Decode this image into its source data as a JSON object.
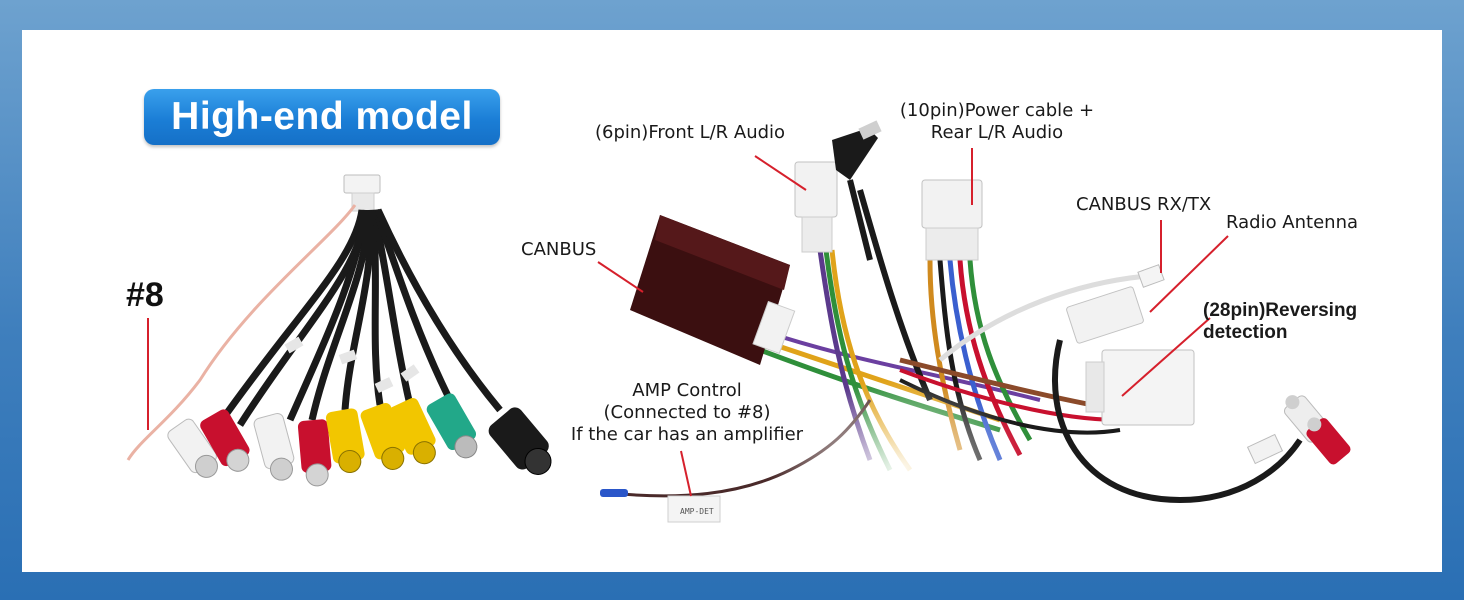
{
  "badge": {
    "text": "High-end model",
    "color": "#1b7ed6"
  },
  "labels": {
    "num8": "#8",
    "canbus": "CANBUS",
    "front_audio": "(6pin)Front L/R Audio",
    "power_line1": "(10pin)Power cable +",
    "power_line2": "Rear L/R Audio",
    "canbus_rxtx": "CANBUS RX/TX",
    "radio_antenna": "Radio Antenna",
    "reversing_line1": "(28pin)Reversing",
    "reversing_line2": "detection",
    "amp_line1": "AMP Control",
    "amp_line2": "(Connected to #8)",
    "amp_line3": "If the car has an amplifier"
  },
  "colors": {
    "leader_line": "#d6202c",
    "frame_blue": "#3f7fbd"
  }
}
